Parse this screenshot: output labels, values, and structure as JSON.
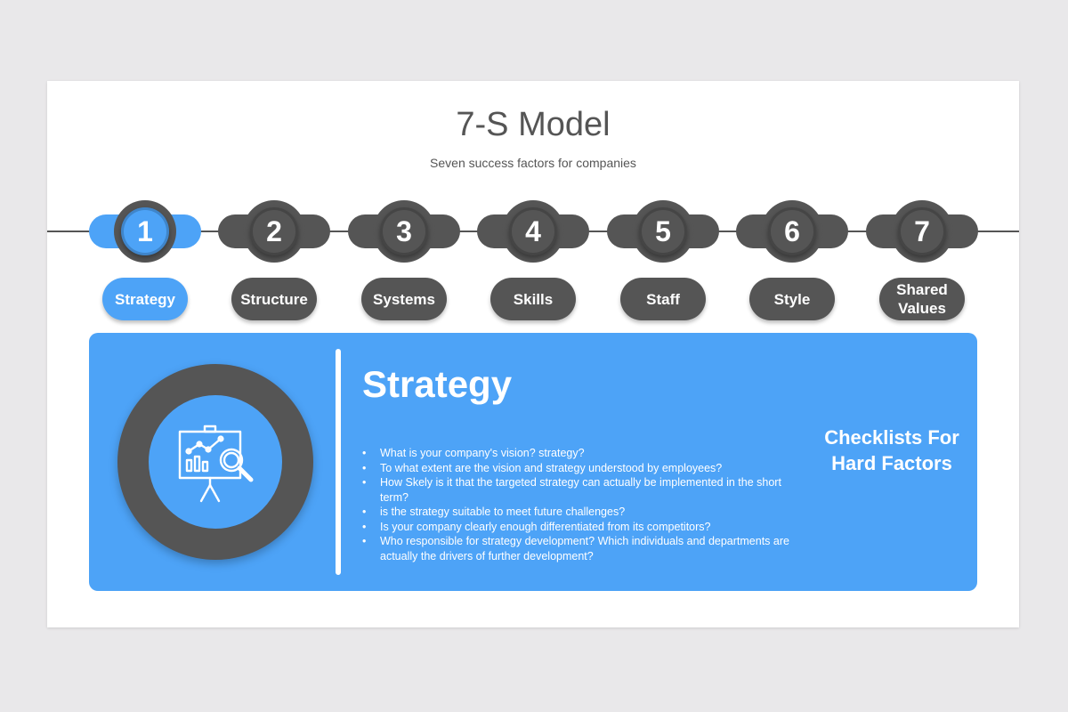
{
  "title": "7-S Model",
  "subtitle": "Seven success factors for companies",
  "colors": {
    "accent": "#4da3f7",
    "dark": "#555555",
    "background": "#e9e8ea"
  },
  "steps": [
    {
      "number": "1",
      "label": "Strategy",
      "active": true
    },
    {
      "number": "2",
      "label": "Structure",
      "active": false
    },
    {
      "number": "3",
      "label": "Systems",
      "active": false
    },
    {
      "number": "4",
      "label": "Skills",
      "active": false
    },
    {
      "number": "5",
      "label": "Staff",
      "active": false
    },
    {
      "number": "6",
      "label": "Style",
      "active": false
    },
    {
      "number": "7",
      "label": "Shared Values",
      "active": false
    }
  ],
  "panel": {
    "icon": "presentation-analytics-icon",
    "title": "Strategy",
    "bullets": [
      "What is your company's vision? strategy?",
      "To what extent are the vision and strategy understood by employees?",
      "How Skely is it that the targeted strategy can actually be implemented in the short term?",
      "is the strategy suitable to meet future challenges?",
      "Is your company clearly enough differentiated from its competitors?",
      "Who responsible for strategy development? Which individuals and departments are actually the drivers of further development?"
    ],
    "side_text": "Checklists For Hard Factors"
  }
}
